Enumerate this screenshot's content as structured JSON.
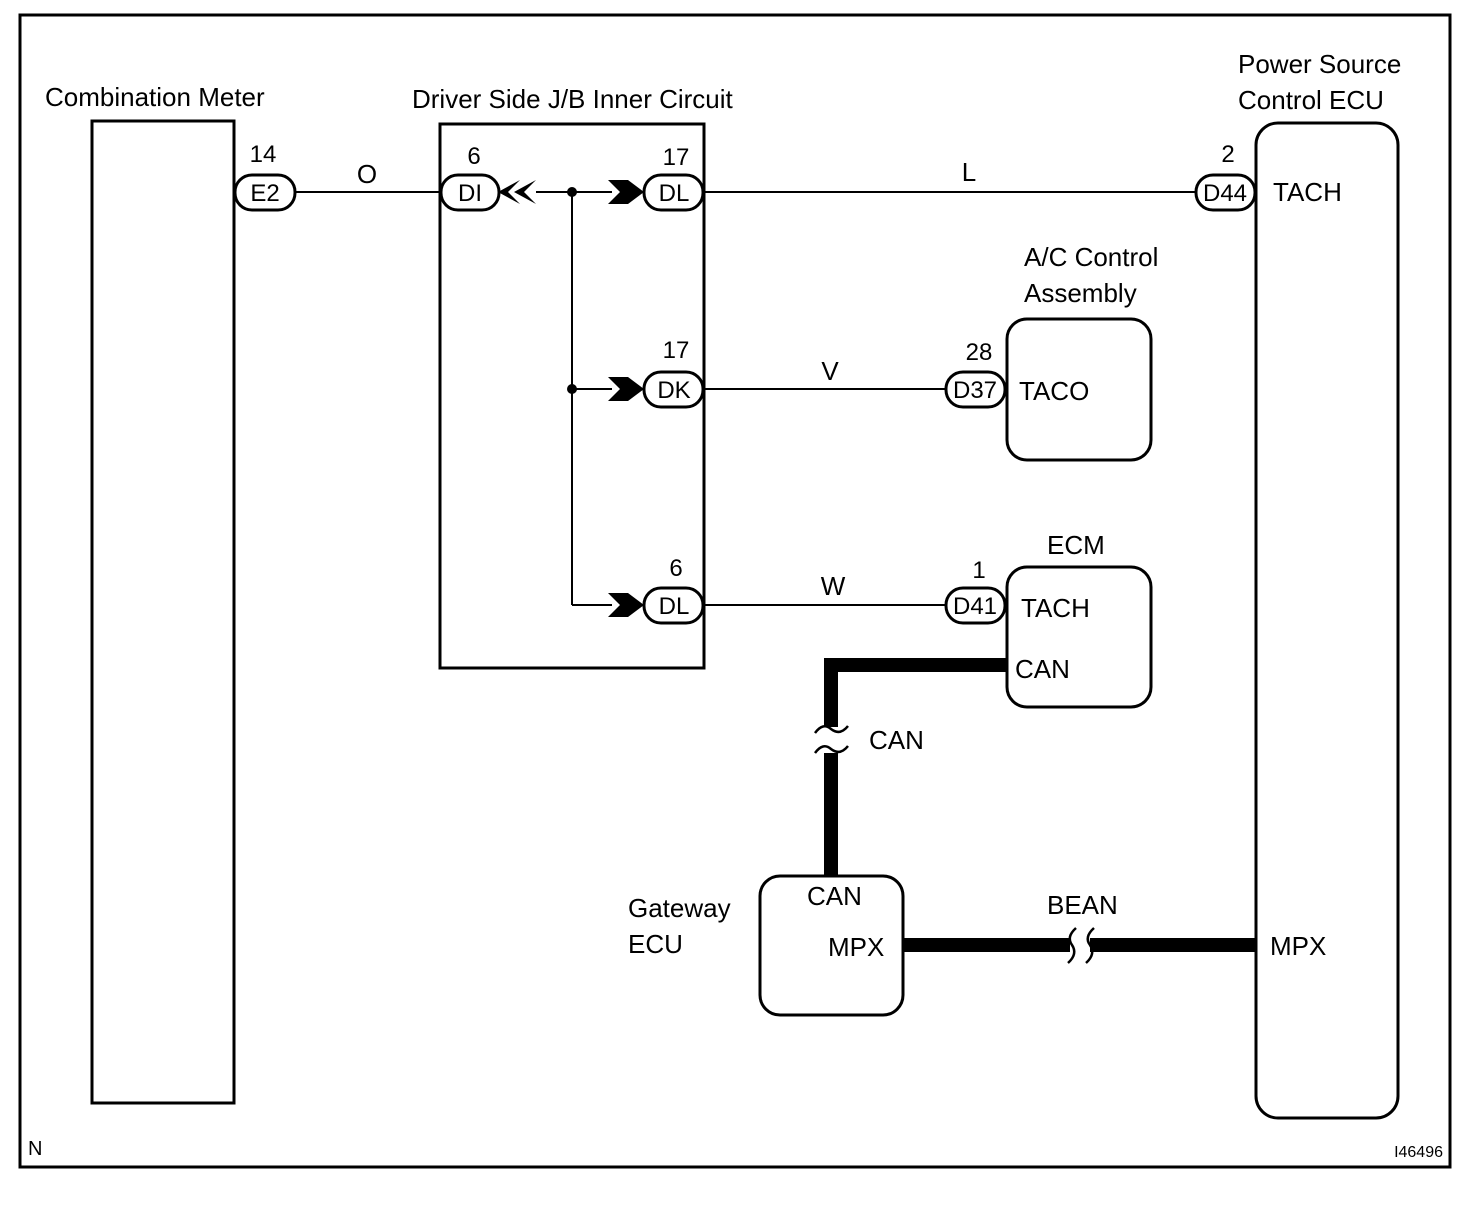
{
  "components": {
    "combination_meter": "Combination Meter",
    "jb": "Driver Side J/B Inner Circuit",
    "power_ecu_line1": "Power Source",
    "power_ecu_line2": "Control ECU",
    "ac_line1": "A/C Control",
    "ac_line2": "Assembly",
    "ecm": "ECM",
    "gateway_line1": "Gateway",
    "gateway_line2": "ECU"
  },
  "connectors": {
    "e2": {
      "name": "E2",
      "pin": "14"
    },
    "di": {
      "name": "DI",
      "pin": "6"
    },
    "dl_top": {
      "name": "DL",
      "pin": "17"
    },
    "dk": {
      "name": "DK",
      "pin": "17"
    },
    "dl_bottom": {
      "name": "DL",
      "pin": "6"
    },
    "d44": {
      "name": "D44",
      "pin": "2"
    },
    "d37": {
      "name": "D37",
      "pin": "28"
    },
    "d41": {
      "name": "D41",
      "pin": "1"
    }
  },
  "wires": {
    "o": "O",
    "l": "L",
    "v": "V",
    "w": "W",
    "can": "CAN",
    "bean": "BEAN"
  },
  "terminals": {
    "power_tach": "TACH",
    "power_mpx": "MPX",
    "ac_taco": "TACO",
    "ecm_tach": "TACH",
    "ecm_can": "CAN",
    "gw_can": "CAN",
    "gw_mpx": "MPX"
  },
  "footer": {
    "left": "N",
    "right": "I46496"
  }
}
